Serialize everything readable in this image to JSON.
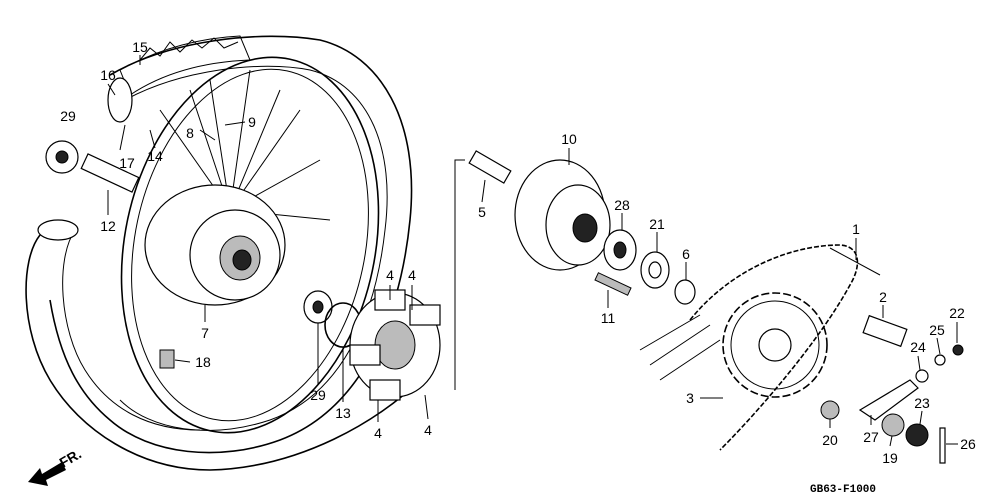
{
  "diagram": {
    "code": "GB63-F1000",
    "direction_label": "FR.",
    "labels": {
      "l1": "1",
      "l2": "2",
      "l3": "3",
      "l4a": "4",
      "l4b": "4",
      "l4c": "4",
      "l4d": "4",
      "l5": "5",
      "l6": "6",
      "l7": "7",
      "l8": "8",
      "l9": "9",
      "l10": "10",
      "l11": "11",
      "l12": "12",
      "l13": "13",
      "l14": "14",
      "l15": "15",
      "l16": "16",
      "l17": "17",
      "l18": "18",
      "l19": "19",
      "l20": "20",
      "l21": "21",
      "l22": "22",
      "l23": "23",
      "l24": "24",
      "l25": "25",
      "l26": "26",
      "l27": "27",
      "l28": "28",
      "l29a": "29",
      "l29b": "29"
    }
  }
}
